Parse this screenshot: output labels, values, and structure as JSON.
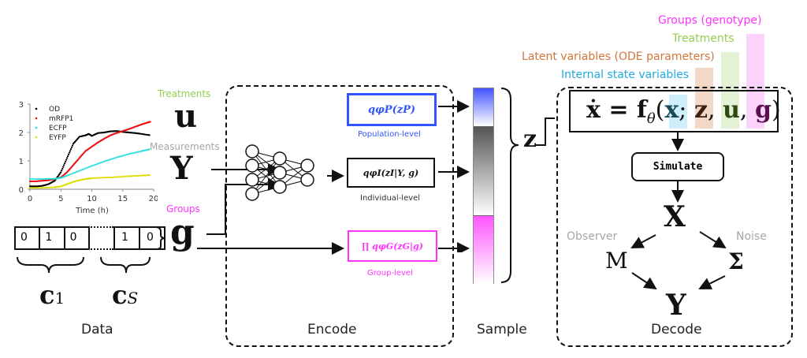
{
  "colors": {
    "treatments": "#92d050",
    "groups": "#ff33ff",
    "measurements": "#a6a6a6",
    "population": "#3355ff",
    "latent": "#d0763a",
    "internal": "#22aadd",
    "observer": "#a6a6a6"
  },
  "chart_data": {
    "type": "scatter",
    "title": "",
    "xlabel": "Time (h)",
    "ylabel": "",
    "xlim": [
      0,
      20
    ],
    "ylim": [
      0,
      3
    ],
    "xticks": [
      "0",
      "5",
      "10",
      "15",
      "20"
    ],
    "yticks": [
      "0",
      "1",
      "2",
      "3"
    ],
    "legend_position": "top-left",
    "series": [
      {
        "name": "OD",
        "color": "#000000",
        "x": [
          0,
          1,
          2,
          3,
          4,
          5,
          6,
          7,
          8,
          9,
          9.5,
          10,
          11,
          12,
          13,
          14,
          15,
          16,
          17,
          18,
          19.5
        ],
        "y": [
          0.1,
          0.1,
          0.12,
          0.18,
          0.3,
          0.6,
          1.1,
          1.6,
          1.85,
          1.9,
          1.95,
          1.88,
          1.98,
          2.0,
          2.04,
          2.05,
          2.02,
          2.0,
          1.98,
          1.95,
          1.9
        ]
      },
      {
        "name": "mRFP1",
        "color": "#ee1111",
        "x": [
          0,
          1,
          2,
          3,
          4,
          5,
          6,
          7,
          8,
          9,
          10,
          11,
          12,
          13,
          14,
          15,
          16,
          17,
          18,
          19,
          19.5
        ],
        "y": [
          0.28,
          0.28,
          0.3,
          0.32,
          0.36,
          0.42,
          0.6,
          0.85,
          1.1,
          1.35,
          1.5,
          1.65,
          1.78,
          1.9,
          1.98,
          2.05,
          2.12,
          2.2,
          2.28,
          2.35,
          2.38
        ]
      },
      {
        "name": "ECFP",
        "color": "#22dddd",
        "x": [
          0,
          2,
          4,
          5,
          6,
          8,
          10,
          12,
          14,
          16,
          18,
          19.5
        ],
        "y": [
          0.36,
          0.36,
          0.37,
          0.4,
          0.48,
          0.65,
          0.82,
          0.98,
          1.12,
          1.24,
          1.34,
          1.42
        ]
      },
      {
        "name": "EYFP",
        "color": "#dddd00",
        "x": [
          0,
          2,
          4,
          5,
          6,
          7,
          8,
          9,
          10,
          12,
          14,
          16,
          18,
          19.5
        ],
        "y": [
          0.05,
          0.05,
          0.07,
          0.1,
          0.18,
          0.26,
          0.32,
          0.36,
          0.39,
          0.41,
          0.43,
          0.46,
          0.48,
          0.5
        ]
      }
    ]
  },
  "data_section": {
    "onehot_left": [
      "0",
      "1",
      "0"
    ],
    "onehot_right": [
      "1",
      "0"
    ],
    "c1": "c",
    "c1_sub": "1",
    "cs": "c",
    "cs_sub": "S",
    "g": "g",
    "title": "Data"
  },
  "inputs": {
    "treatments_label": "Treatments",
    "treatments_symbol": "u",
    "measurements_label": "Measurements",
    "measurements_symbol": "Y",
    "groups_label": "Groups",
    "groups_symbol": "g"
  },
  "encode": {
    "title": "Encode",
    "population": {
      "formula": "qφP(zP)",
      "label": "Population-level"
    },
    "individual": {
      "formula": "qφI(zI|Y, g)",
      "label": "Individual-level"
    },
    "group": {
      "formula": "∏ qφG(zG|g)",
      "label": "Group-level"
    }
  },
  "sample": {
    "title": "Sample",
    "symbol": "z"
  },
  "decode": {
    "title": "Decode",
    "header_labels": {
      "groups": "Groups (genotype)",
      "treatments": "Treatments",
      "latent": "Latent variables (ODE parameters)",
      "internal": "Internal state variables"
    },
    "ode": {
      "lhs": "ẋ = f",
      "theta": "θ",
      "open": "(",
      "x": "x",
      "semi": ";",
      "z": "z",
      "c1": ",",
      "u": "u",
      "c2": ",",
      "g": "g",
      "close": ")"
    },
    "simulate": "Simulate",
    "X": "X",
    "observer": "Observer",
    "noise": "Noise",
    "M": "M",
    "Sigma": "Σ",
    "Y": "Y"
  }
}
